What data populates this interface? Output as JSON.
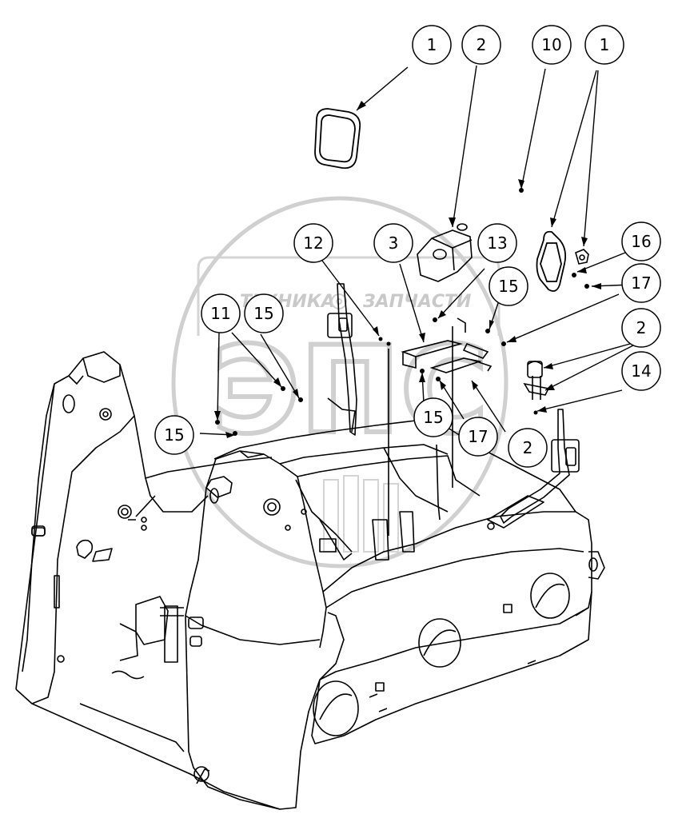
{
  "diagram": {
    "callouts": [
      "1",
      "2",
      "10",
      "1",
      "12",
      "3",
      "13",
      "16",
      "15",
      "17",
      "11",
      "15",
      "2",
      "14",
      "15",
      "15",
      "17",
      "2"
    ]
  },
  "watermark": {
    "left_text": "ТЕХНИКА",
    "right_text": "ЗАПЧАСТИ",
    "logo_text": "ЭПС"
  }
}
